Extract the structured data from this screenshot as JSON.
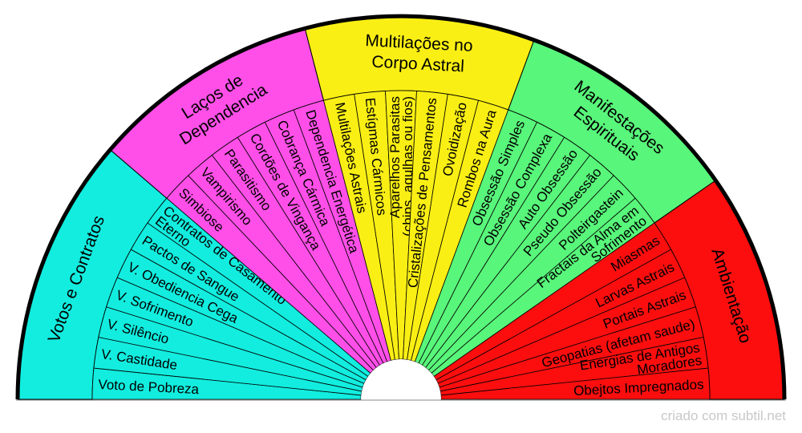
{
  "categories": [
    {
      "name": "Votos e Contratos",
      "lines": [
        "Votos e Contratos"
      ],
      "color": "#12EDDF",
      "items": [
        [
          "Voto de Pobreza"
        ],
        [
          "V. Castidade"
        ],
        [
          "V. Silêncio"
        ],
        [
          "V. Sofrimento"
        ],
        [
          "V. Obediencia Cega"
        ],
        [
          "Pactos de Sangue"
        ],
        [
          "Contratos de Casamento",
          "Eterno"
        ]
      ]
    },
    {
      "name": "Laços de Dependencia",
      "lines": [
        "Laços de",
        "Dependencia"
      ],
      "color": "#FF4FE8",
      "items": [
        [
          "Simbiose"
        ],
        [
          "Vampirismo"
        ],
        [
          "Parasitismo"
        ],
        [
          "Cordões de Vingança"
        ],
        [
          "Cobrança Cármica"
        ],
        [
          "Dependencia Energética"
        ]
      ]
    },
    {
      "name": "Multilações no Corpo Astral",
      "lines": [
        "Multilações no",
        "Corpo Astral"
      ],
      "color": "#FAEF14",
      "items": [
        [
          "Multilações Astrais"
        ],
        [
          "Estígmas Cármicos"
        ],
        [
          "Aparelhos Parasitas",
          "(chips, agulhas ou fios)"
        ],
        [
          "Cristalizações de Pensamentos"
        ],
        [
          "Ovoidização"
        ],
        [
          "Rombos na Aura"
        ]
      ]
    },
    {
      "name": "Manifestações Espirituais",
      "lines": [
        "Manifestações",
        "Espirituais"
      ],
      "color": "#58F67A",
      "items": [
        [
          "Obsessão Simples"
        ],
        [
          "Obsessão Complexa"
        ],
        [
          "Auto Obsessão"
        ],
        [
          "Pseudo Obsessão"
        ],
        [
          "Polteirgastein"
        ],
        [
          "Fractais da Alma em",
          "Sofrimento"
        ]
      ]
    },
    {
      "name": "Ambientação",
      "lines": [
        "Ambientação"
      ],
      "color": "#FC0E0E",
      "items": [
        [
          "Miasmas"
        ],
        [
          "Larvas Astrais"
        ],
        [
          "Portais Astrais"
        ],
        [
          "Geopatias (afetam saude)"
        ],
        [
          "Energias de Antigos",
          "Moradores"
        ],
        [
          "Obejtos Impregnados"
        ]
      ]
    }
  ],
  "footer": "criado com subtil.net"
}
